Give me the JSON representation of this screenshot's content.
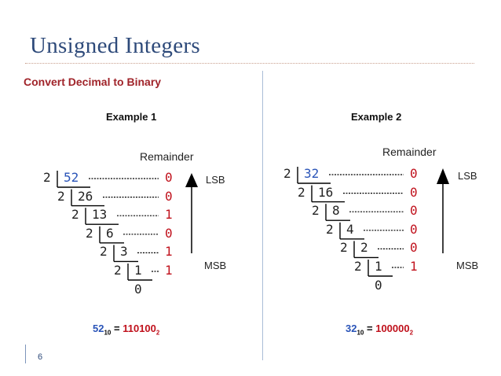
{
  "slide": {
    "title": "Unsigned Integers",
    "subtitle": "Convert Decimal to Binary",
    "page_number": "6"
  },
  "example1": {
    "heading": "Example 1",
    "remainder_label": "Remainder",
    "lsb": "LSB",
    "msb": "MSB",
    "divisor": "2",
    "quotients": [
      "52",
      "26",
      "13",
      "6",
      "3",
      "1"
    ],
    "final_quotient": "0",
    "remainders": [
      "0",
      "0",
      "1",
      "0",
      "1",
      "1"
    ],
    "result": {
      "decimal": "52",
      "dec_base": "10",
      "binary": "110100",
      "bin_base": "2",
      "equals": "="
    }
  },
  "example2": {
    "heading": "Example 2",
    "remainder_label": "Remainder",
    "lsb": "LSB",
    "msb": "MSB",
    "divisor": "2",
    "quotients": [
      "32",
      "16",
      "8",
      "4",
      "2",
      "1"
    ],
    "final_quotient": "0",
    "remainders": [
      "0",
      "0",
      "0",
      "0",
      "0",
      "1"
    ],
    "result": {
      "decimal": "32",
      "dec_base": "10",
      "binary": "100000",
      "bin_base": "2",
      "equals": "="
    }
  },
  "colors": {
    "title": "#2e4a7a",
    "subtitle": "#a0242a",
    "quotient_first": "#2a54b8",
    "remainder_bits": "#c0111c"
  }
}
